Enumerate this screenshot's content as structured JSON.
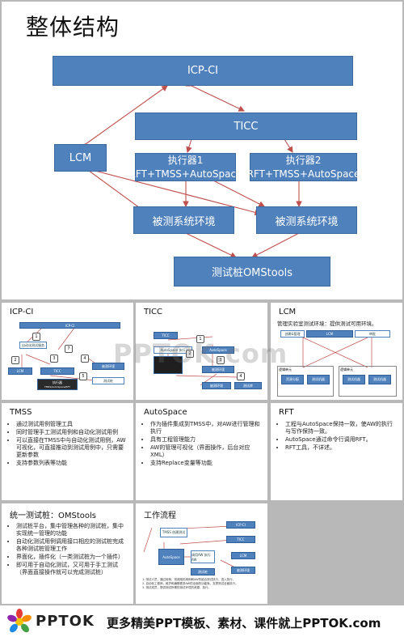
{
  "main": {
    "title": "整体结构",
    "boxes": {
      "icp": "ICP-CI",
      "ticc": "TICC",
      "lcm": "LCM",
      "exec1_l1": "执行器1",
      "exec1_l2": "RFT+TMSS+AutoSpace",
      "exec2_l1": "执行器2",
      "exec2_l2": "RFT+TMSS+AutoSpace",
      "sut1": "被测系统环境",
      "sut2": "被测系统环境",
      "omstools": "测试桩OMStools"
    }
  },
  "thumbs": {
    "icpci": {
      "title": "ICP-CI",
      "mini": {
        "top": "ICP-CI",
        "auto": "自动化测试服务",
        "lcm": "LCM",
        "ticc": "TICC",
        "sut": "被测环境",
        "exec": "执行器",
        "exec_sub": "TMSS/AutoSpace/RFT",
        "stub": "测试桩"
      }
    },
    "ticc": {
      "title": "TICC",
      "mini": {
        "ticc": "TICC",
        "tool": "AutoSpace 执行",
        "auto": "AutoSpace",
        "sut1": "被测环境",
        "sut2": "被测环境",
        "lib": "测试库"
      }
    },
    "lcm": {
      "title": "LCM",
      "desc": "管理实验室测试环境：提供测试可用环境。",
      "mini": {
        "a": "创建&管理",
        "b": "LCM",
        "c": "审批",
        "d": "逻辑单元",
        "e": "资源分配",
        "f": "逻辑单元",
        "g": "测试机器"
      }
    },
    "tmss": {
      "title": "TMSS",
      "items": [
        "通过测试用例管理工具",
        "同时管理手工测试用例和自动化测试用例",
        "可以直接在TMSS中与自动化测试用例，AW可视化，可直接推动到测试用例中，只需要更新参数",
        "支持参数列表等功能"
      ]
    },
    "autospace": {
      "title": "AutoSpace",
      "items": [
        "作为插件集成到TMSS中，对AW进行管理和执行",
        "具有工程管理能力",
        "AW的管理可视化（界面操作，后台对应XML）",
        "支持Replace变量等功能"
      ]
    },
    "rft": {
      "title": "RFT",
      "items": [
        "工程与AutoSpace保持一致，使AW的执行与写作保持一致。",
        "AutoSpace通过命令行调用RFT。",
        "RFT工具，不详述。"
      ]
    },
    "omstools": {
      "title": "统一测试桩：OMStools",
      "items": [
        "测试桩平台，集中管理各种的测试桩，集中实现统一管理的功能",
        "自动化测试用例调用接口相应的测试桩完成各种测试桩管理工作",
        "界面化，插件化（一类测试桩为一个插件）",
        "即可用于自动化测试，又可用于手工测试（界面直接操作就可以完成测试桩）"
      ]
    },
    "flow": {
      "title": "工作流程",
      "mini": {
        "tmss": "TMSS 创建测试",
        "icp": "ICP-CI",
        "ticc": "TICC",
        "auto": "AutoSpace",
        "aw": "调用AW 执行AW",
        "lcm": "LCM",
        "stub": "测试桩",
        "sut": "被测环境"
      },
      "notes": [
        "1. 测试人员，通过用例，将调用的用例和AW的组合测试执行，进入执行。",
        "2. 自动化工程师，维护和编辑更多AW的全面的功能库，支撑测试全面执行。",
        "3. 测试成员，提供测试所需的测试环境的资源，执行。"
      ]
    }
  },
  "watermark": "PPTOK.com",
  "footer": {
    "logo": "PPTOK",
    "slogan": "更多精美PPT模板、素材、课件就上PPTOK.com"
  }
}
